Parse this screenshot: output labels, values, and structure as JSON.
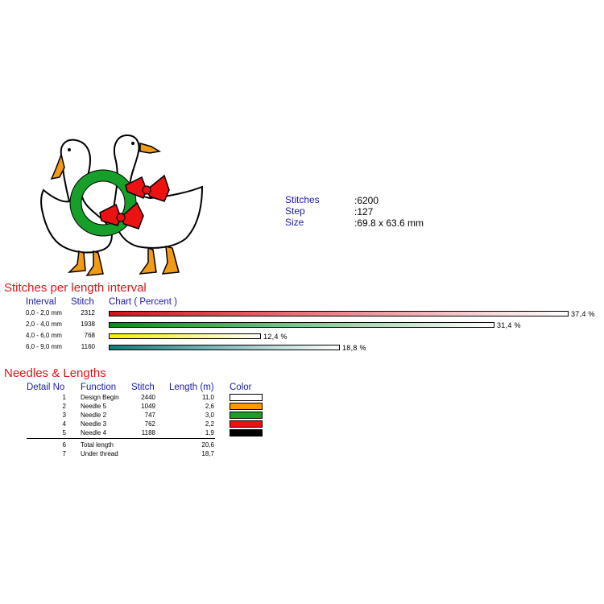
{
  "summary": {
    "stitches_label": "Stitches",
    "stitches_value": ":6200",
    "step_label": "Step",
    "step_value": ":127",
    "size_label": "Size",
    "size_value": ":69.8 x 63.6 mm"
  },
  "interval_section": {
    "title": "Stitches per length interval",
    "headers": {
      "interval": "Interval",
      "stitch": "Stitch",
      "chart": "Chart ( Percent )"
    },
    "rows": [
      {
        "interval": "0,0 - 2,0 mm",
        "stitch": "2312",
        "percent_label": "37,4 %",
        "percent": 37.4,
        "gradient_from": "#d4101a",
        "gradient_to": "#ffffff"
      },
      {
        "interval": "2,0 - 4,0 mm",
        "stitch": "1938",
        "percent_label": "31,4 %",
        "percent": 31.4,
        "gradient_from": "#0a8a1e",
        "gradient_to": "#ffffff"
      },
      {
        "interval": "4,0 - 6,0 mm",
        "stitch": "768",
        "percent_label": "12,4 %",
        "percent": 12.4,
        "gradient_from": "#f2ee00",
        "gradient_to": "#ffffff"
      },
      {
        "interval": "6,0 - 9,0 mm",
        "stitch": "1160",
        "percent_label": "18,8 %",
        "percent": 18.8,
        "gradient_from": "#0f7a78",
        "gradient_to": "#ffffff"
      }
    ]
  },
  "needles_section": {
    "title": "Needles & Lengths",
    "headers": {
      "detail": "Detail No",
      "function": "Function",
      "stitch": "Stitch",
      "length": "Length (m)",
      "color": "Color"
    },
    "rows": [
      {
        "no": "1",
        "function": "Design Begin",
        "stitch": "2440",
        "length": "11,0",
        "color": "#ffffff"
      },
      {
        "no": "2",
        "function": "Needle 5",
        "stitch": "1049",
        "length": "2,6",
        "color": "#ff9900"
      },
      {
        "no": "3",
        "function": "Needle 2",
        "stitch": "747",
        "length": "3,0",
        "color": "#16a02a"
      },
      {
        "no": "4",
        "function": "Needle 3",
        "stitch": "762",
        "length": "2,2",
        "color": "#ee1111"
      },
      {
        "no": "5",
        "function": "Needle 4",
        "stitch": "1188",
        "length": "1,9",
        "color": "#000000"
      }
    ],
    "totals": [
      {
        "no": "6",
        "function": "Total length",
        "length": "20,6"
      },
      {
        "no": "7",
        "function": "Under thread",
        "length": "18,7"
      }
    ]
  }
}
